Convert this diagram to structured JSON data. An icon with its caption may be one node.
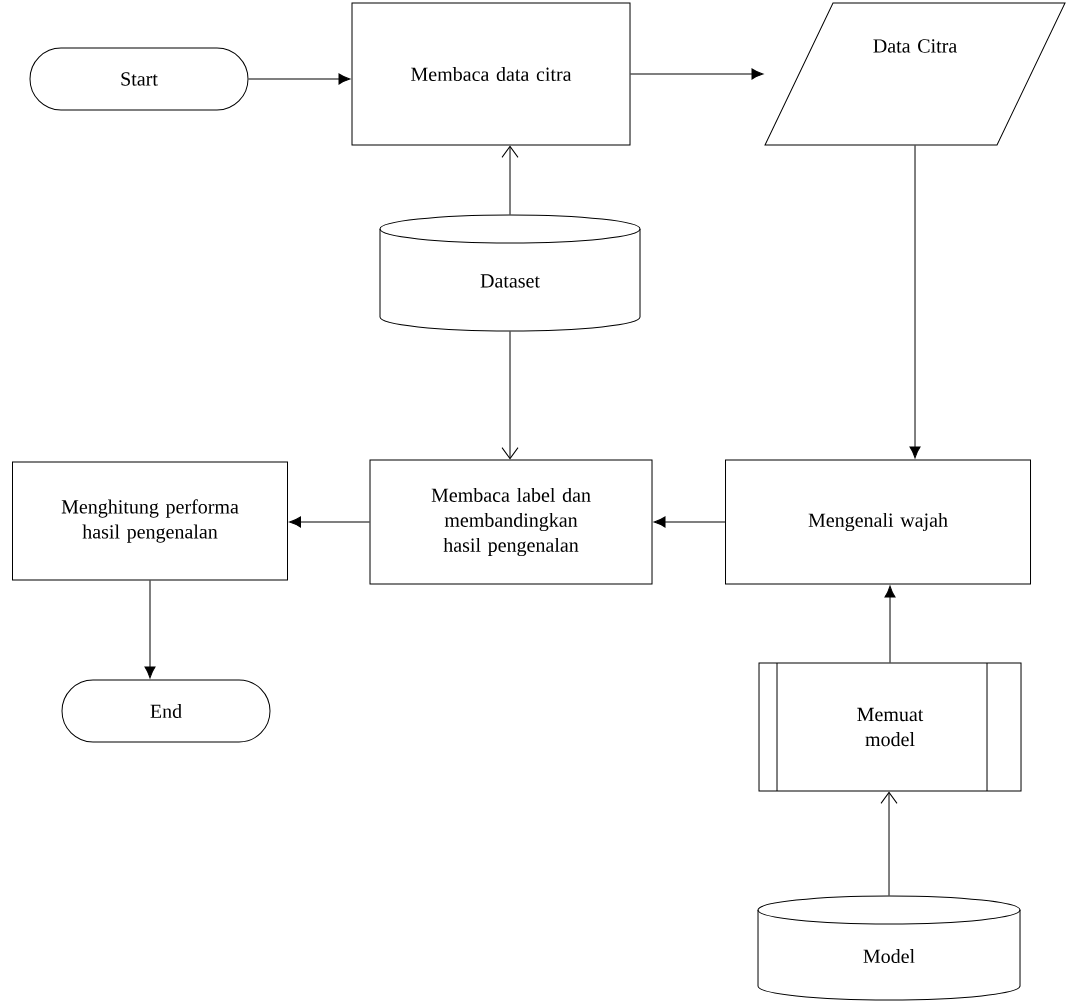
{
  "diagram": {
    "nodes": [
      {
        "text": [
          "Start"
        ]
      },
      {
        "text": [
          "Membaca data citra"
        ]
      },
      {
        "text": [
          "Data Citra"
        ]
      },
      {
        "text": [
          "Dataset"
        ]
      },
      {
        "text": [
          "Menghitung performa hasil pengenalan"
        ]
      },
      {
        "text": [
          "Membaca label dan membandingkan hasil pengenalan"
        ]
      },
      {
        "text": [
          "Mengenali wajah"
        ]
      },
      {
        "text": [
          "Memuat model"
        ]
      },
      {
        "text": [
          "Model"
        ]
      },
      {
        "text": [
          "End"
        ]
      }
    ],
    "edges": [
      {
        "from": 0,
        "to": 1,
        "arrow": "to"
      },
      {
        "from": 1,
        "to": 2,
        "arrow": "to"
      },
      {
        "from": 3,
        "to": 1,
        "arrow": "to"
      },
      {
        "from": 3,
        "to": 5,
        "arrow": "to"
      },
      {
        "from": 2,
        "to": 6,
        "arrow": "to"
      },
      {
        "from": 6,
        "to": 5,
        "arrow": "to"
      },
      {
        "from": 5,
        "to": 4,
        "arrow": "to"
      },
      {
        "from": 4,
        "to": 9,
        "arrow": "to"
      },
      {
        "from": 7,
        "to": 6,
        "arrow": "to"
      },
      {
        "from": 8,
        "to": 7,
        "arrow": "to"
      }
    ]
  }
}
